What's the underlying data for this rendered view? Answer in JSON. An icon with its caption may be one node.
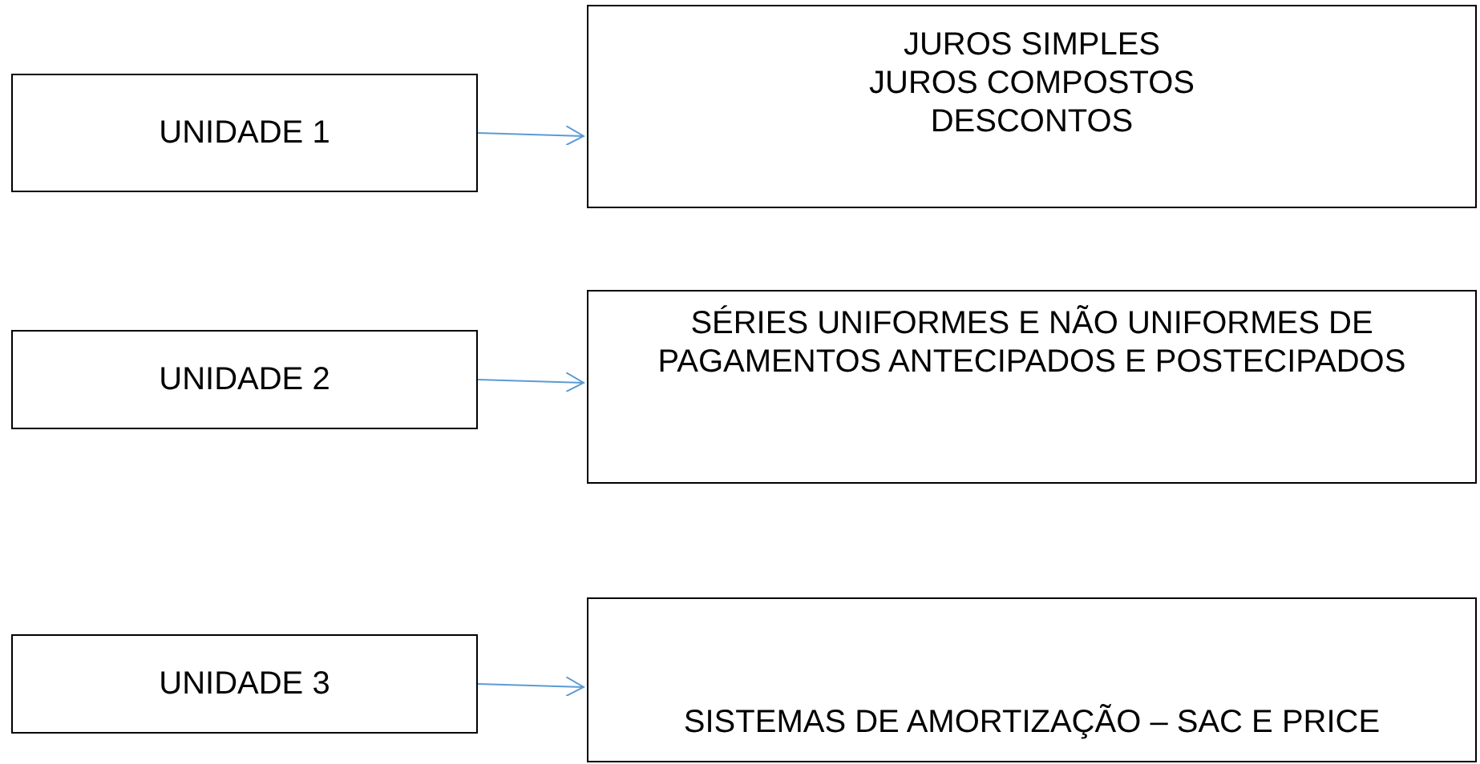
{
  "diagram": {
    "nodes": [
      {
        "text": [
          "UNIDADE 1"
        ]
      },
      {
        "text": [
          "JUROS SIMPLES",
          "JUROS COMPOSTOS",
          "DESCONTOS"
        ]
      },
      {
        "text": [
          "UNIDADE 2"
        ]
      },
      {
        "text": [
          "SÉRIES UNIFORMES E NÃO UNIFORMES DE PAGAMENTOS ANTECIPADOS E POSTECIPADOS"
        ]
      },
      {
        "text": [
          "UNIDADE 3"
        ]
      },
      {
        "text": [
          "SISTEMAS DE AMORTIZAÇÃO – SAC E PRICE"
        ]
      }
    ],
    "edges": [
      {
        "from": 0,
        "to": 1,
        "arrow": "to",
        "color": "#5b9bd5"
      },
      {
        "from": 2,
        "to": 3,
        "arrow": "to",
        "color": "#5b9bd5"
      },
      {
        "from": 4,
        "to": 5,
        "arrow": "to",
        "color": "#5b9bd5"
      }
    ]
  }
}
